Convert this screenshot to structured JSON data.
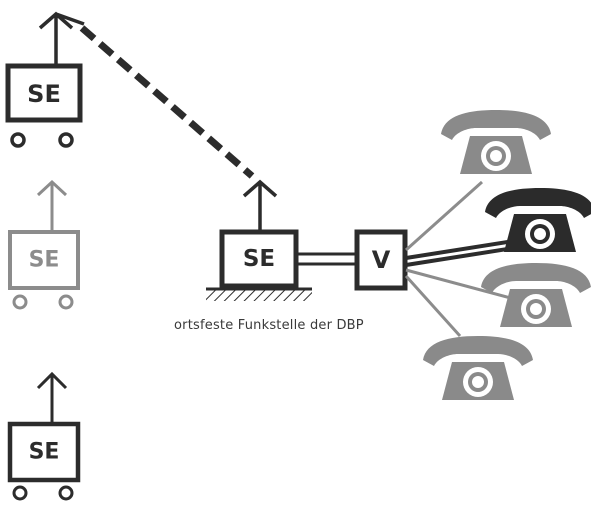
{
  "units": {
    "mobile_1": {
      "label": "SE",
      "style": "dark"
    },
    "mobile_2": {
      "label": "SE",
      "style": "light"
    },
    "mobile_3": {
      "label": "SE",
      "style": "dark"
    },
    "fixed": {
      "label": "SE"
    },
    "switch": {
      "label": "V"
    }
  },
  "caption": "ortsfeste Funkstelle der DBP",
  "telephones": [
    {
      "style": "light"
    },
    {
      "style": "dark"
    },
    {
      "style": "light"
    },
    {
      "style": "light"
    }
  ],
  "colors": {
    "dark": "#2c2c2c",
    "light": "#8c8c8c",
    "mid": "#5a5a5a",
    "phone_light": "#8a8a8a",
    "phone_dark": "#2b2b2b"
  }
}
